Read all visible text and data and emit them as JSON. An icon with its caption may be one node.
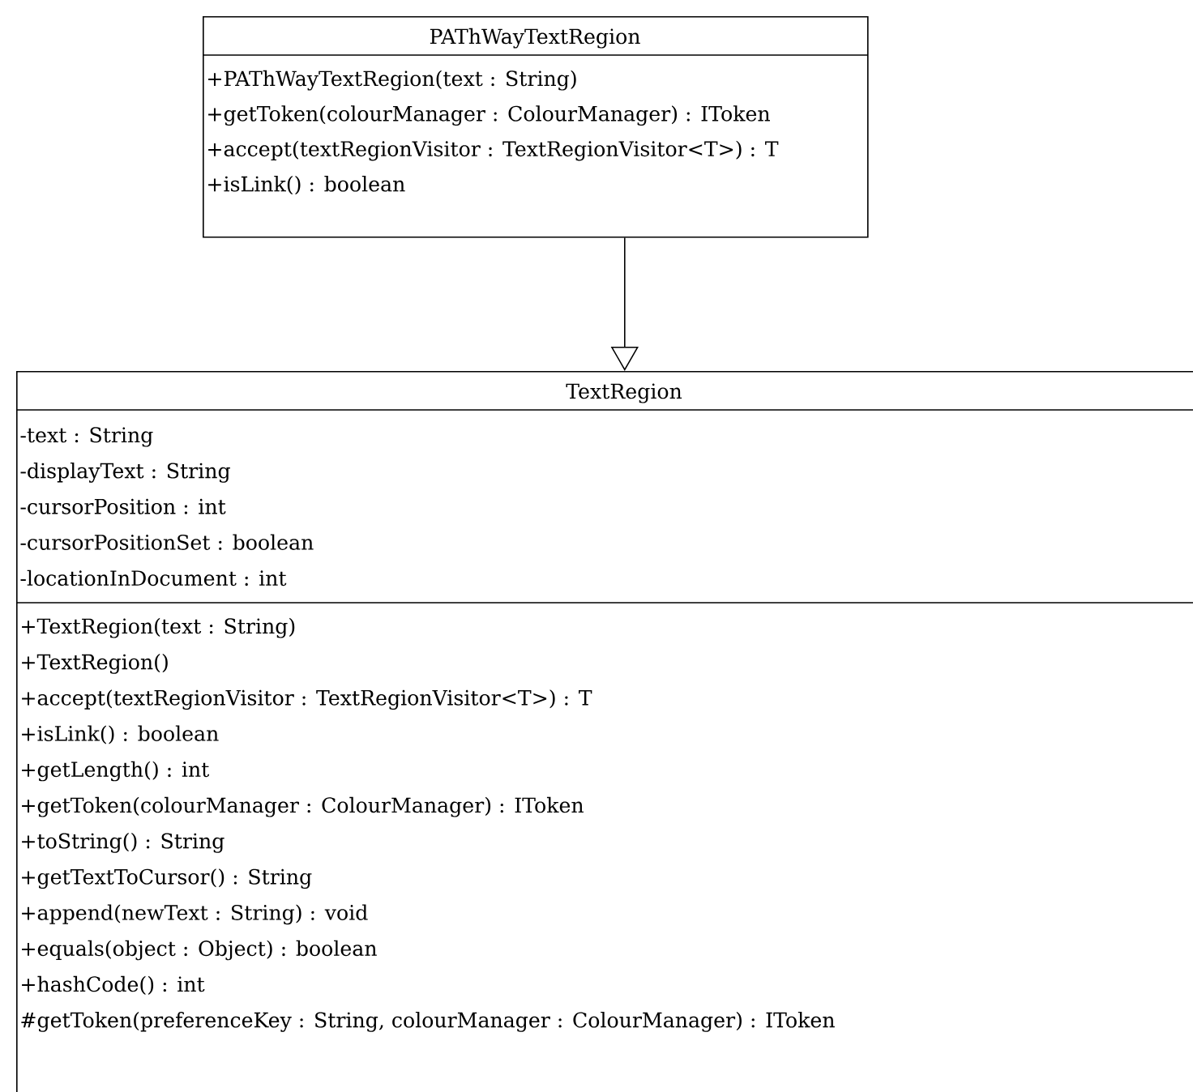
{
  "diagram": {
    "nodes": [
      {
        "text": [
          "PAThWayTextRegion",
          "+PAThWayTextRegion(text : String)",
          "+getToken(colourManager : ColourManager) : IToken",
          "+accept(textRegionVisitor : TextRegionVisitor<T>) : T",
          "+isLink() : boolean"
        ]
      },
      {
        "text": [
          "TextRegion",
          "-text : String",
          "-displayText : String",
          "-cursorPosition : int",
          "-cursorPositionSet : boolean",
          "-locationInDocument : int",
          "+TextRegion(text : String)",
          "+TextRegion()",
          "+accept(textRegionVisitor : TextRegionVisitor<T>) : T",
          "+isLink() : boolean",
          "+getLength() : int",
          "+getToken(colourManager : ColourManager) : IToken",
          "+toString() : String",
          "+getTextToCursor() : String",
          "+append(newText : String) : void",
          "+equals(object : Object) : boolean",
          "+hashCode() : int",
          "#getToken(preferenceKey : String, colourManager : ColourManager) : IToken"
        ]
      }
    ],
    "edges": [
      {
        "from": 0,
        "to": 1,
        "arrow": "to"
      }
    ]
  }
}
